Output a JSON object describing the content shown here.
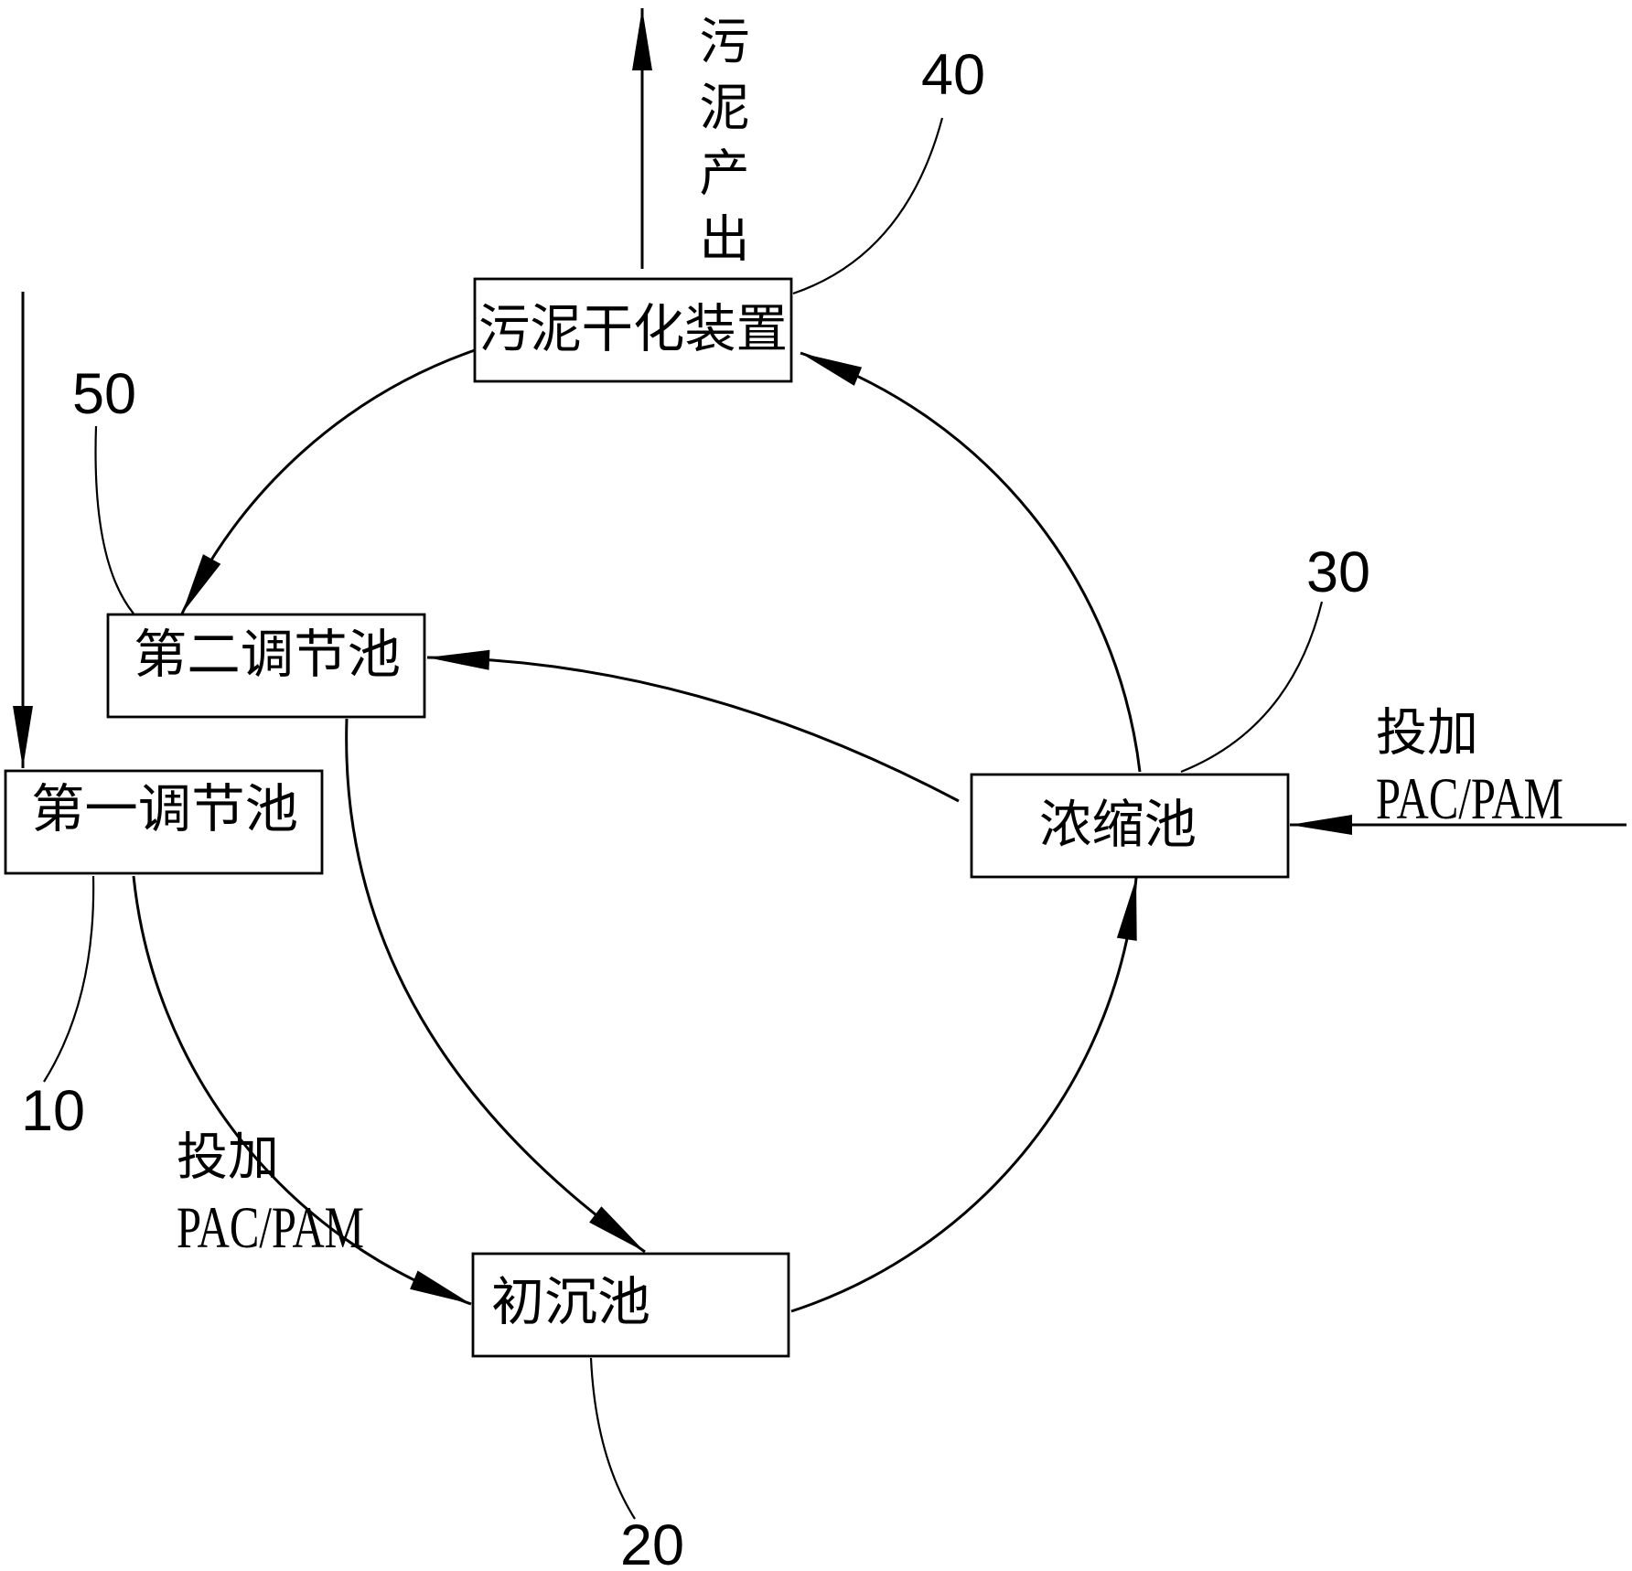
{
  "colors": {
    "ink": "#000000",
    "background": "#ffffff"
  },
  "nodes": {
    "sludge_dryer": {
      "label": "污泥干化装置",
      "ref": "40"
    },
    "second_regulating_tank": {
      "label": "第二调节池",
      "ref": "50"
    },
    "first_regulating_tank": {
      "label": "第一调节池",
      "ref": "10"
    },
    "thickening_tank": {
      "label": "浓缩池",
      "ref": "30"
    },
    "primary_settling_tank": {
      "label": "初沉池",
      "ref": "20"
    }
  },
  "annotations": {
    "sludge_output": "污泥产出",
    "dosing_at_thickening_tank": {
      "action": "投加",
      "chemical": "PAC/PAM"
    },
    "dosing_before_primary_settling": {
      "action": "投加",
      "chemical": "PAC/PAM"
    }
  }
}
